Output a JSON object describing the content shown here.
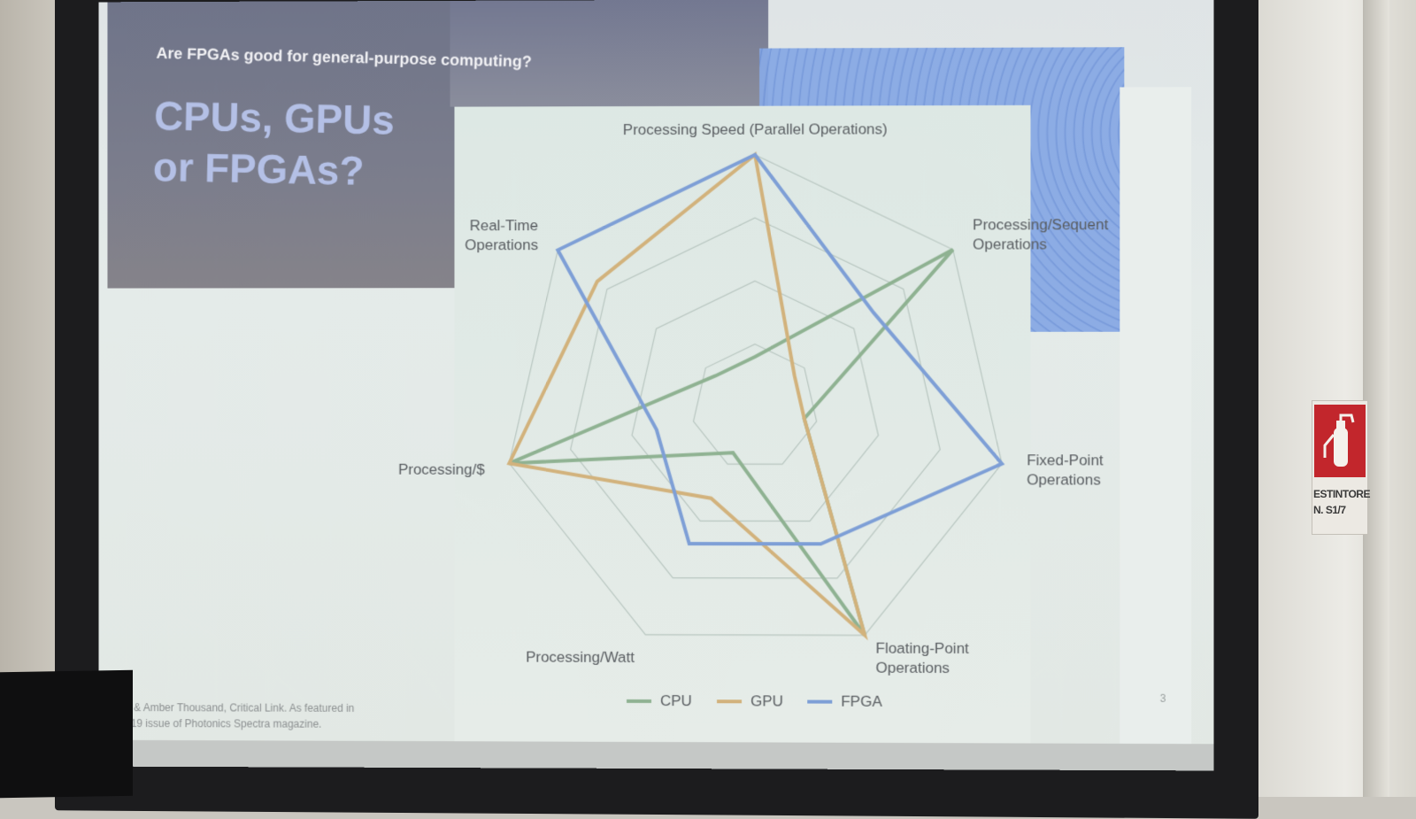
{
  "slide": {
    "subtitle": "Are FPGAs good for general-purpose computing?",
    "title_line1": "CPUs, GPUs",
    "title_line2": "or FPGAs?",
    "footnote_line1": "e & Amber Thousand, Critical Link. As featured in",
    "footnote_line2": "019 issue of Photonics Spectra magazine.",
    "page_number": "3"
  },
  "chart_data": {
    "type": "radar",
    "axes": [
      {
        "label_lines": [
          "Processing Speed (Parallel Operations)"
        ]
      },
      {
        "label_lines": [
          "Processing/Sequent",
          "Operations"
        ]
      },
      {
        "label_lines": [
          "Fixed-Point",
          "Operations"
        ]
      },
      {
        "label_lines": [
          "Floating-Point",
          "Operations"
        ]
      },
      {
        "label_lines": [
          "Processing/Watt"
        ]
      },
      {
        "label_lines": [
          "Processing/$"
        ]
      },
      {
        "label_lines": [
          "Real-Time",
          "Operations"
        ]
      }
    ],
    "range": [
      0,
      5
    ],
    "levels": 4,
    "series": [
      {
        "name": "CPU",
        "color": "#8fb292",
        "values": [
          1,
          5,
          1,
          5,
          1,
          5,
          1
        ]
      },
      {
        "name": "GPU",
        "color": "#d2b27c",
        "values": [
          5,
          1,
          1,
          5,
          2,
          5,
          4
        ]
      },
      {
        "name": "FPGA",
        "color": "#7e9fd6",
        "values": [
          5,
          3,
          5,
          3,
          3,
          2,
          5
        ]
      }
    ],
    "legend_position": "bottom"
  },
  "colors": {
    "grid": "#b8c6c0",
    "axis_label": "#5a5e62"
  },
  "sign": {
    "line1": "ESTINTORE",
    "line2": "N. S1/7",
    "icon": "fire-extinguisher-icon"
  }
}
